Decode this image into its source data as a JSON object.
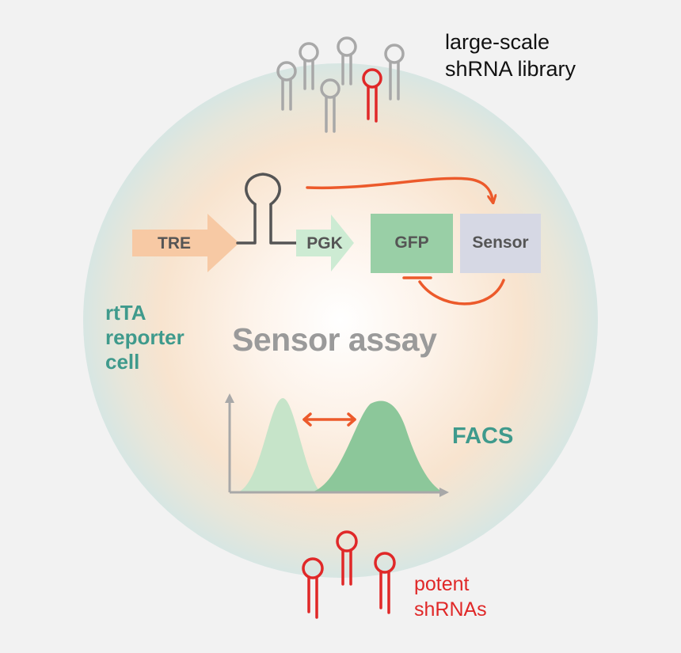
{
  "library_label": [
    "large-scale",
    "shRNA library"
  ],
  "cell_label": [
    "rtTA",
    "reporter",
    "cell"
  ],
  "assay_title": "Sensor assay",
  "construct": {
    "tre": "TRE",
    "pgk": "PGK",
    "gfp": "GFP",
    "sensor": "Sensor"
  },
  "facs_label": "FACS",
  "potent_label": [
    "potent",
    "shRNAs"
  ],
  "colors": {
    "cell_teal": "#cfe2de",
    "cell_peach": "#f9dcc0",
    "tre_orange": "#f7c9a4",
    "pgk_green": "#cdebd3",
    "gfp_green": "#99cfa6",
    "sensor_grey": "#d6d8e4",
    "arrow_orange": "#ec5a2b",
    "shrna_grey": "#a8a8a8",
    "shrna_red": "#e02828",
    "peak_light": "#c6e4c9",
    "peak_dark": "#8cc79a",
    "label_teal": "#3f9a8c"
  }
}
